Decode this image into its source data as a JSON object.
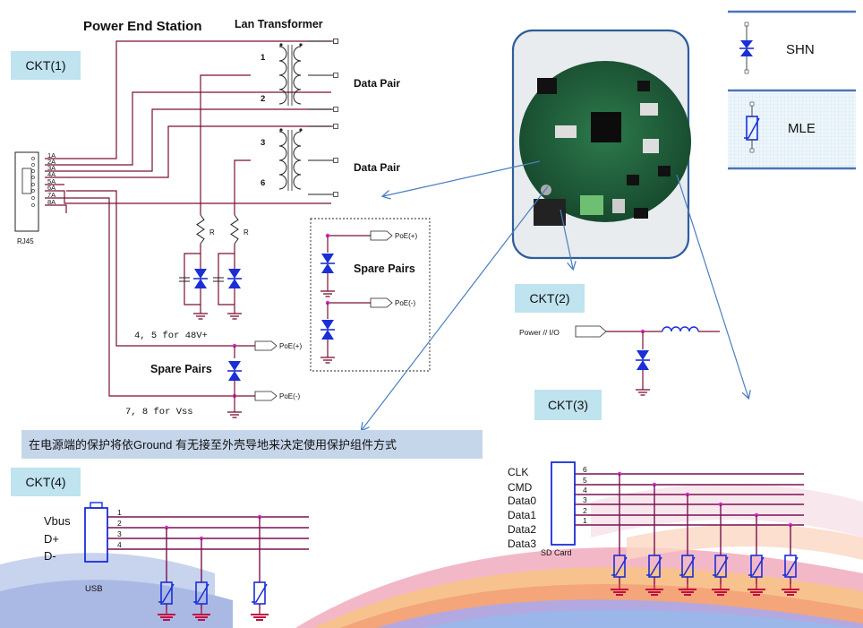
{
  "titles": {
    "power_end_station": "Power End Station",
    "lan_transformer": "Lan Transformer"
  },
  "labels": {
    "ckt1": "CKT(1)",
    "ckt2": "CKT(2)",
    "ckt3": "CKT(3)",
    "ckt4": "CKT(4)",
    "data_pair_1": "Data Pair",
    "data_pair_2": "Data Pair",
    "spare_pairs_box": "Spare Pairs",
    "spare_pairs_main": "Spare Pairs",
    "note_48v": "4, 5 for 48V+",
    "note_vss": "7, 8 for Vss",
    "rj45": "RJ45",
    "usb": "USB",
    "sd_card": "SD Card",
    "power_io": "Power // I/O",
    "poe_plus": "PoE(+)",
    "poe_minus": "PoE(-)",
    "resistor": "R"
  },
  "legend": {
    "shn": "SHN",
    "mle": "MLE"
  },
  "banner": "在电源端的保护将依Ground 有无接至外壳导地来决定使用保护组件方式",
  "rj45_pins": [
    "1A",
    "2A",
    "3A",
    "4A",
    "5A",
    "6A",
    "7A",
    "8A"
  ],
  "transformer_pins": [
    "1",
    "2",
    "3",
    "6"
  ],
  "usb": {
    "signals": [
      "Vbus",
      "D+",
      "D-"
    ],
    "pins": [
      "1",
      "2",
      "3",
      "4"
    ]
  },
  "sd": {
    "signals": [
      "CLK",
      "CMD",
      "Data0",
      "Data1",
      "Data2",
      "Data3"
    ],
    "pins": [
      "6",
      "5",
      "4",
      "3",
      "2",
      "1"
    ]
  },
  "colors": {
    "trace": "#7a1030",
    "diode": "#1a2fd6",
    "node": "#d428c8",
    "label_box": "#bfe3ef",
    "pcb": "#1e5a38",
    "pcb_frame": "#2f5d9a",
    "arrow": "#4a7ec0"
  }
}
